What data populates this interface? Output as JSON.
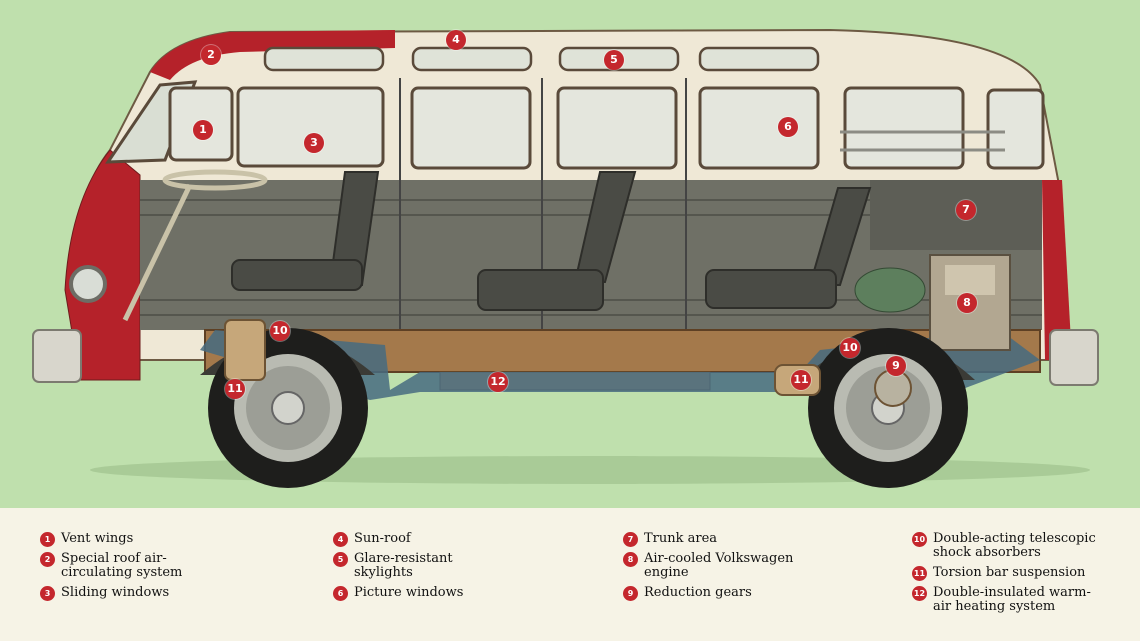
{
  "colors": {
    "background": "#bfe0ad",
    "legend_background": "#f6f3e6",
    "callout": "#c4272d",
    "body_red": "#b5222a",
    "body_cream": "#efe8d6",
    "interior_gray": "#6f7066"
  },
  "callouts": [
    {
      "num": "1",
      "part": "vent-wings"
    },
    {
      "num": "2",
      "part": "roof-air-system"
    },
    {
      "num": "3",
      "part": "sliding-windows"
    },
    {
      "num": "4",
      "part": "sun-roof"
    },
    {
      "num": "5",
      "part": "skylights"
    },
    {
      "num": "6",
      "part": "picture-windows"
    },
    {
      "num": "7",
      "part": "trunk-area"
    },
    {
      "num": "8",
      "part": "engine"
    },
    {
      "num": "9",
      "part": "reduction-gears"
    },
    {
      "num": "10",
      "part": "front-shock-absorber"
    },
    {
      "num": "10",
      "part": "rear-shock-absorber"
    },
    {
      "num": "11",
      "part": "front-torsion-bar"
    },
    {
      "num": "11",
      "part": "rear-torsion-bar"
    },
    {
      "num": "12",
      "part": "heating-system"
    }
  ],
  "legend": {
    "columns": [
      [
        {
          "num": "1",
          "text": "Vent wings"
        },
        {
          "num": "2",
          "text": "Special roof air-\ncirculating system"
        },
        {
          "num": "3",
          "text": "Sliding windows"
        }
      ],
      [
        {
          "num": "4",
          "text": "Sun-roof"
        },
        {
          "num": "5",
          "text": "Glare-resistant\nskylights"
        },
        {
          "num": "6",
          "text": "Picture windows"
        }
      ],
      [
        {
          "num": "7",
          "text": "Trunk area"
        },
        {
          "num": "8",
          "text": "Air-cooled Volkswagen\nengine"
        },
        {
          "num": "9",
          "text": "Reduction gears"
        }
      ],
      [
        {
          "num": "10",
          "text": "Double-acting telescopic\nshock absorbers"
        },
        {
          "num": "11",
          "text": "Torsion bar suspension"
        },
        {
          "num": "12",
          "text": "Double-insulated warm-\nair heating system"
        }
      ]
    ]
  }
}
